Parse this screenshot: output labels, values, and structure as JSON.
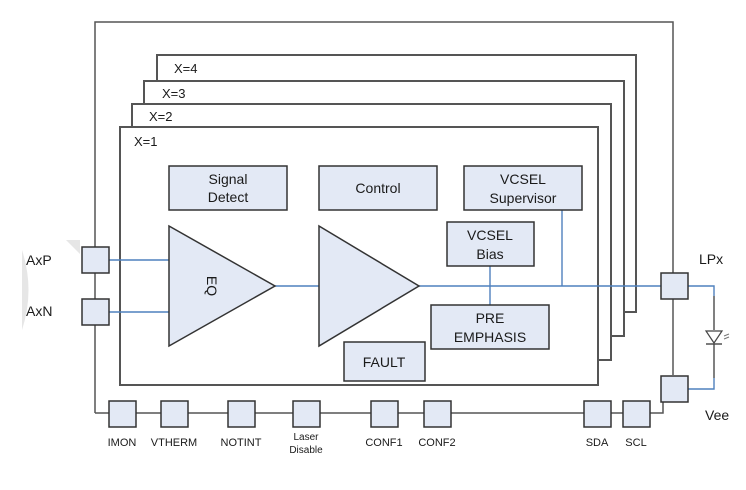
{
  "diagram": {
    "type": "block-diagram",
    "channel_layers": [
      {
        "label": "X=4"
      },
      {
        "label": "X=3"
      },
      {
        "label": "X=2"
      },
      {
        "label": "X=1"
      }
    ],
    "blocks": {
      "signal_detect": [
        "Signal",
        "Detect"
      ],
      "control": [
        "Control"
      ],
      "vcsel_supervisor": [
        "VCSEL",
        "Supervisor"
      ],
      "vcsel_bias": [
        "VCSEL",
        "Bias"
      ],
      "pre_emphasis": [
        "PRE",
        "EMPHASIS"
      ],
      "fault": [
        "FAULT"
      ],
      "eq_amp": "EQ",
      "driver_amp": ""
    },
    "left_pins": {
      "axp": "AxP",
      "axn": "AxN"
    },
    "right_pins": {
      "lpx": "LPx",
      "vee": "Vee"
    },
    "bottom_pins": [
      {
        "label_lines": [
          "IMON"
        ]
      },
      {
        "label_lines": [
          "VTHERM"
        ]
      },
      {
        "label_lines": [
          "NOTINT"
        ]
      },
      {
        "label_lines": [
          "Laser",
          "Disable"
        ]
      },
      {
        "label_lines": [
          "CONF1"
        ]
      },
      {
        "label_lines": [
          "CONF2"
        ]
      },
      {
        "label_lines": [
          "SDA"
        ]
      },
      {
        "label_lines": [
          "SCL"
        ]
      }
    ],
    "led_icon": "vcsel-diode-icon",
    "colors": {
      "block_fill": "#e3e9f5",
      "signal_wire": "#4f81bd",
      "frame": "#555555"
    }
  }
}
